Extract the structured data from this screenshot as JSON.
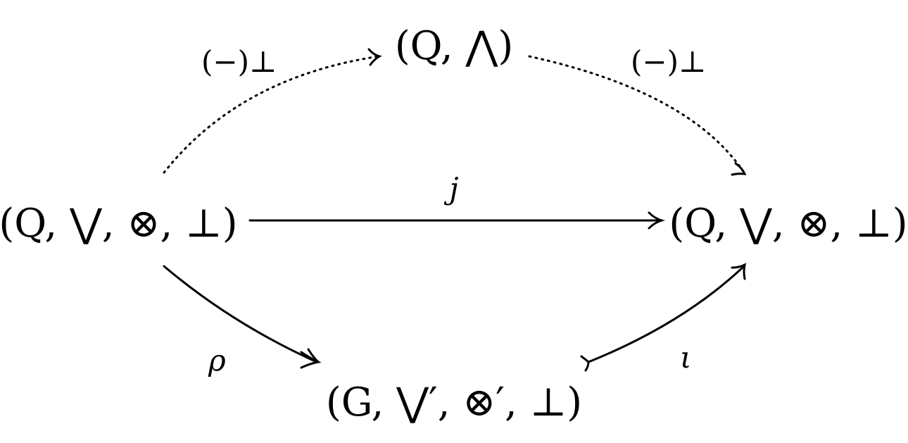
{
  "nodes": {
    "top": "(Q, ⋀)",
    "left": "(Q, ⋁, ⊗, ⊥)",
    "right": "(Q, ⋁, ⊗, ⊥)",
    "bottom": "(G, ⋁′, ⊗′, ⊥)"
  },
  "labels": {
    "top_left_arrow": "(−)⊥",
    "top_right_arrow": "(−)⊥",
    "middle_arrow": "j",
    "bottom_left_arrow": "ρ",
    "bottom_right_arrow": "ι"
  },
  "icons": {
    "left_to_bottom": "two-headed-arrow-icon (surjection)",
    "bottom_to_right": "tailed-arrow-icon (injection)",
    "left_to_top": "dotted-arrow-icon",
    "top_to_right": "dotted-arrow-icon",
    "left_to_right": "arrow-icon"
  }
}
